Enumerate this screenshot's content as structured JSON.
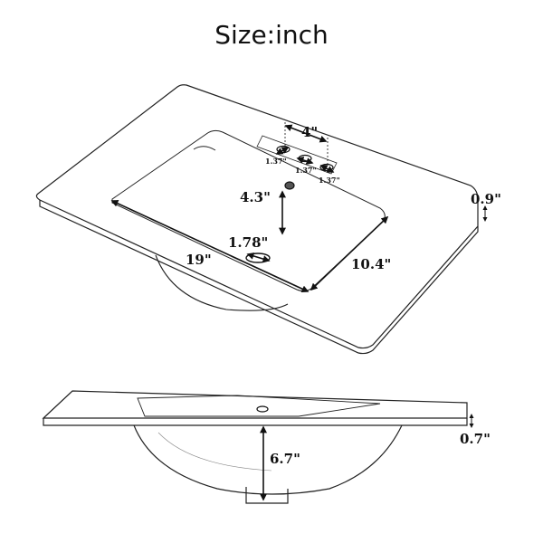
{
  "title": "Size:inch",
  "top_view": {
    "faucet_spread": "4\"",
    "hole_spacing_left": "1.37\"",
    "hole_spacing_mid": "1.37\"",
    "hole_spacing_right": "1.37\"",
    "drain_to_faucet": "4.3\"",
    "drain_diameter": "1.78\"",
    "bowl_length": "19\"",
    "bowl_width": "10.4\"",
    "top_thickness": "0.9\""
  },
  "side_view": {
    "bowl_depth": "6.7\"",
    "deck_thickness": "0.7\""
  }
}
